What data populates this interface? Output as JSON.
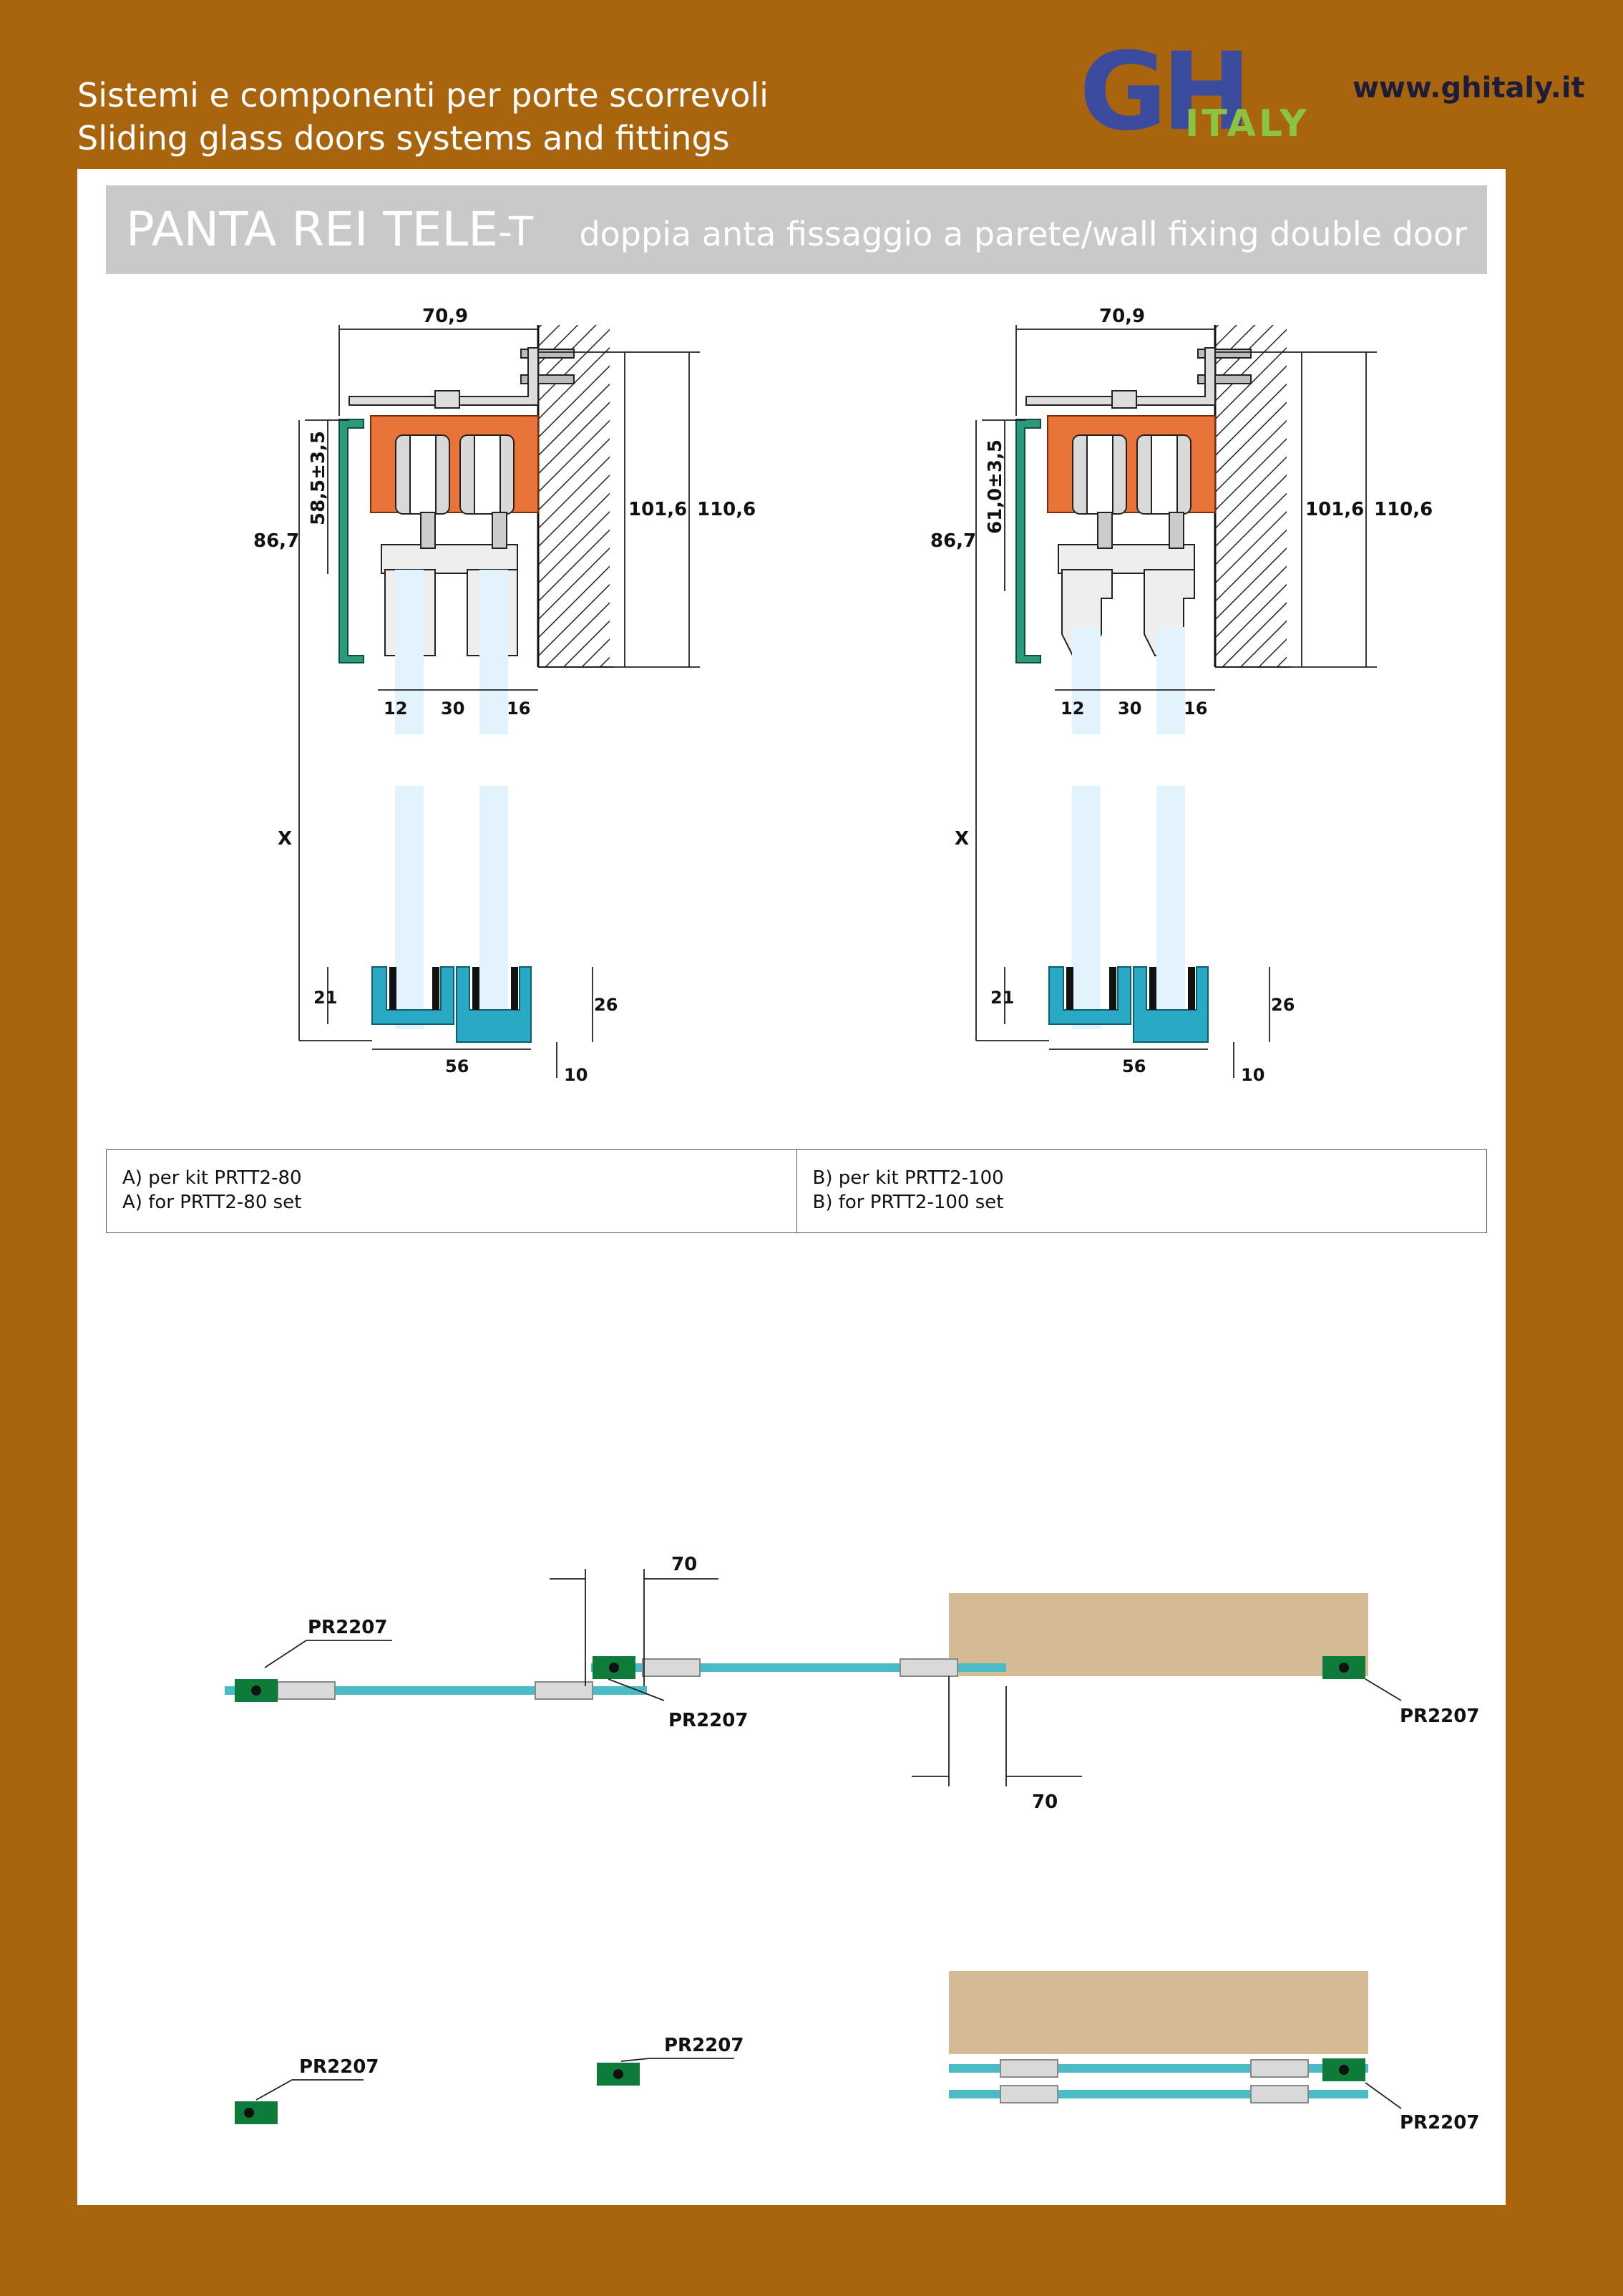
{
  "header": {
    "tagline_it": "Sistemi e componenti per porte scorrevoli",
    "tagline_en": "Sliding glass doors systems and fittings",
    "logo_letters": "GH",
    "logo_word": "ITALY",
    "website": "www.ghitaly.it"
  },
  "title": {
    "main": "PANTA REI TELE",
    "suffix": "-T",
    "subtitle": "doppia anta fissaggio a parete/wall fixing double door"
  },
  "section_a": {
    "dims": {
      "width_top": "70,9",
      "height_inner": "58,5±3,5",
      "height_side": "86,7",
      "h1": "101,6",
      "h2": "110,6",
      "gap1": "12",
      "gap2": "30",
      "gap3": "16",
      "x": "X",
      "floor1": "21",
      "floor2": "26",
      "floor_width": "56",
      "floor_depth": "10"
    }
  },
  "section_b": {
    "dims": {
      "width_top": "70,9",
      "height_inner": "61,0±3,5",
      "height_side": "86,7",
      "h1": "101,6",
      "h2": "110,6",
      "gap1": "12",
      "gap2": "30",
      "gap3": "16",
      "x": "X",
      "floor1": "21",
      "floor2": "26",
      "floor_width": "56",
      "floor_depth": "10"
    }
  },
  "kits": {
    "a_it": "A) per kit PRTT2-80",
    "a_en": "A) for PRTT2-80 set",
    "b_it": "B) per kit PRTT2-100",
    "b_en": "B) for PRTT2-100 set"
  },
  "plan": {
    "part_code": "PR2207",
    "offset1": "70",
    "offset2": "70"
  },
  "colors": {
    "background": "#a8650e",
    "profile": "#e8743a",
    "floor_guide": "#29a9c4",
    "glass": "#e3f3fd",
    "stopper": "#0e7b3a",
    "rail": "#4bbcc6",
    "wall": "#d5bb95"
  }
}
